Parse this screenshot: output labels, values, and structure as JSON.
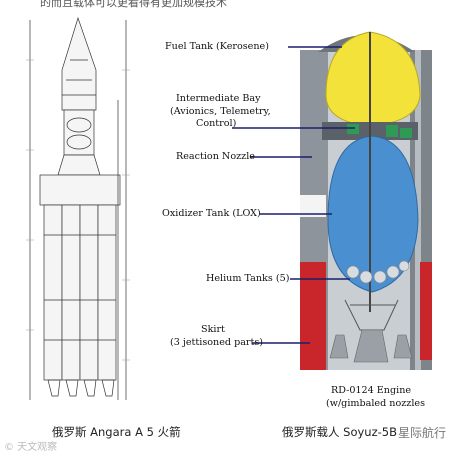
{
  "header_text": "的而且载体可以更看得有更加规模技术",
  "labels": {
    "fuel_tank": "Fuel Tank (Kerosene)",
    "intermediate_bay_1": "Intermediate Bay",
    "intermediate_bay_2": "(Avionics, Telemetry,",
    "intermediate_bay_3": "Control)",
    "reaction_nozzle": "Reaction Nozzle",
    "oxidizer_tank": "Oxidizer Tank (LOX)",
    "helium_tanks": "Helium Tanks (5)",
    "skirt_1": "Skirt",
    "skirt_2": "(3 jettisoned parts)",
    "engine_1": "RD-0124 Engine",
    "engine_2": "(w/gimbaled nozzles"
  },
  "captions": {
    "left": "俄罗斯 Angara A 5 火箭",
    "right": "俄罗斯载人 Soyuz-5B"
  },
  "watermarks": {
    "left": "© 天文观察",
    "right": "星际航行"
  },
  "colors": {
    "fuel_tank": "#f2e23a",
    "oxidizer_tank": "#4a8fd0",
    "avionics_box": "#2f9a55",
    "skirt_red": "#c8262b",
    "body_gray": "#9aa0a6",
    "leader_line": "#1a1f6b"
  }
}
